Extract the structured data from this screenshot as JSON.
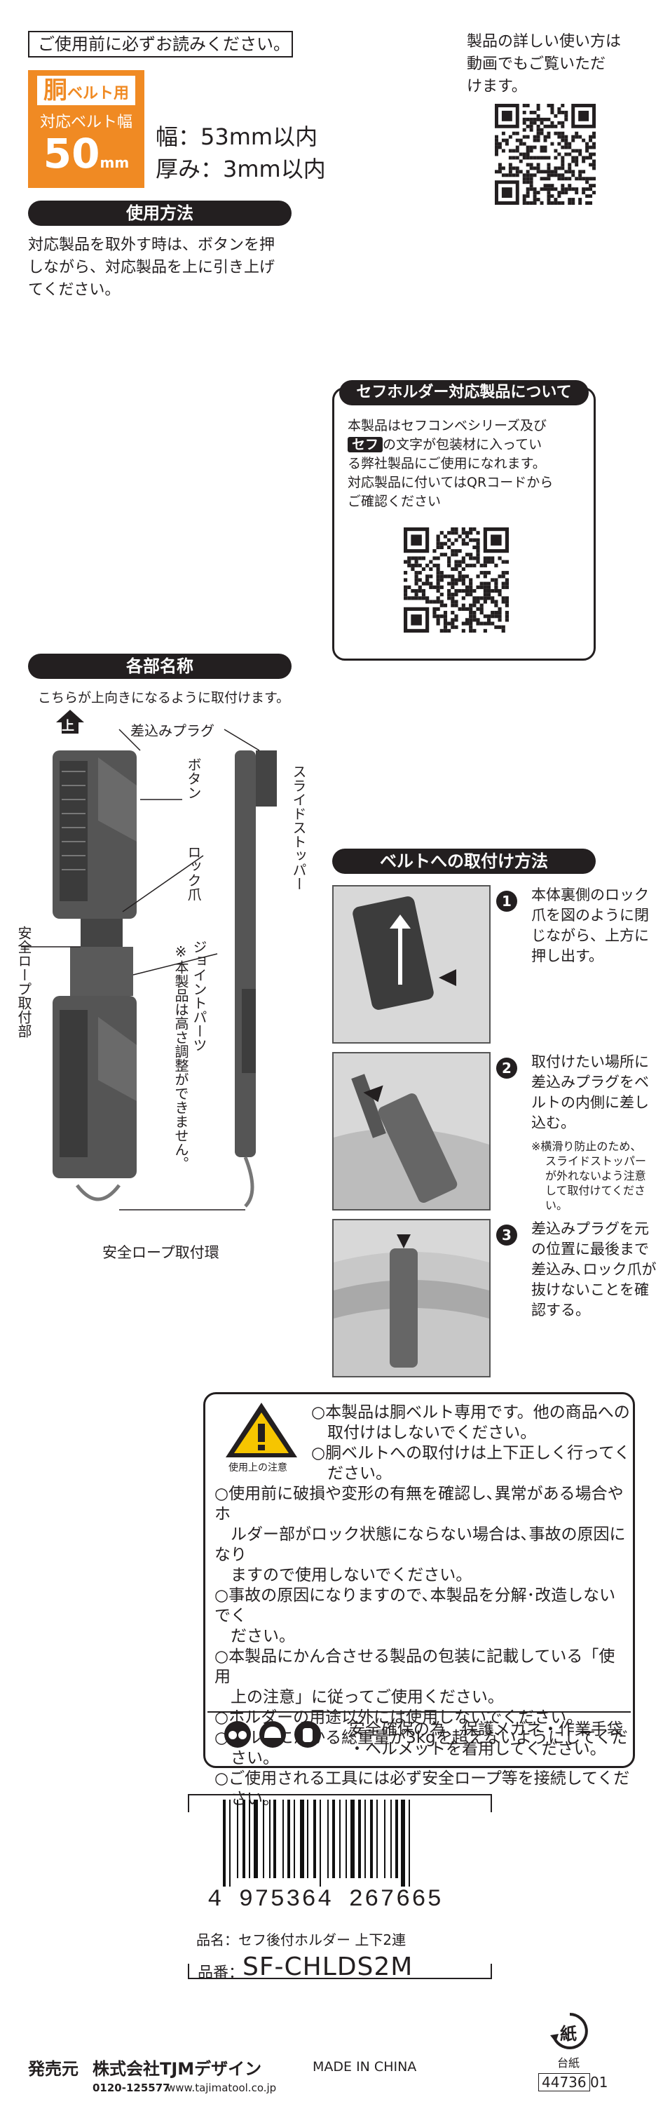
{
  "top_notice": "ご使用前に必ずお読みください。",
  "badge": {
    "title": "胴",
    "title_sub": "ベルト用",
    "belt_width_label": "対応ベルト幅",
    "size": "50",
    "unit": "mm"
  },
  "spec": {
    "width": "幅：53mm以内",
    "thickness": "厚み：3mm以内"
  },
  "video": {
    "line1": "製品の詳しい使い方は",
    "line2": "動画でもご覧いただ",
    "line3": "けます。"
  },
  "usage": {
    "heading": "使用方法",
    "line1": "対応製品を取外す時は、ボタンを押",
    "line2": "しながら、対応製品を上に引き上げ",
    "line3": "てください。"
  },
  "compat": {
    "heading": "セフホルダー対応製品について",
    "line1": "本製品はセフコンベシリーズ及び",
    "sef_badge": "セフ",
    "line2": "の文字が包装材に入ってい",
    "line3": "る弊社製品にご使用になれます。",
    "line4": "対応製品に付いてはQRコードから",
    "line5": "ご確認ください"
  },
  "parts": {
    "heading": "各部名称",
    "note": "こちらが上向きになるように取付けます。",
    "up": "上",
    "plug": "差込みプラグ",
    "button": "ボタン",
    "slide_stopper": "スライドストッパー",
    "lock_claw": "ロック爪",
    "safety_rope_part": "安全ロープ取付部",
    "joint": "ジョイントパーツ",
    "joint_note": "※本製品は高さ調整ができません。",
    "safety_ring": "安全ロープ取付環"
  },
  "mount": {
    "heading": "ベルトへの取付け方法",
    "steps": [
      {
        "num": "1",
        "l1": "本体裏側のロック",
        "l2": "爪を図のように閉",
        "l3": "じながら、上方に",
        "l4": "押し出す。"
      },
      {
        "num": "2",
        "l1": "取付けたい場所に",
        "l2": "差込みプラグをベ",
        "l3": "ルトの内側に差し",
        "l4": "込む。",
        "n1": "※横滑り防止のため、",
        "n2": "スライドストッパー",
        "n3": "が外れないよう注意",
        "n4": "して取付けてくださ",
        "n5": "い。"
      },
      {
        "num": "3",
        "l1": "差込みプラグを元",
        "l2": "の位置に最後まで",
        "l3": "差込み､ロック爪が",
        "l4": "抜けないことを確",
        "l5": "認する。"
      }
    ]
  },
  "caution": {
    "label": "使用上の注意",
    "items": [
      "○本製品は胴ベルト専用です。他の商品への",
      "　取付けはしないでください。",
      "○胴ベルトへの取付けは上下正しく行ってく",
      "　ださい。",
      "○使用前に破損や変形の有無を確認し､異常がある場合やホ",
      "　ルダー部がロック状態にならない場合は､事故の原因になり",
      "　ますので使用しないでください。",
      "○事故の原因になりますので､本製品を分解･改造しないでく",
      "　ださい。",
      "○本製品にかん合させる製品の包装に記載している「使用",
      "　上の注意」に従ってご使用ください。",
      "○ホルダーの用途以外には使用しないでください。",
      "○ベルトにかかる総重量が3kgを超えないようにしてくだ",
      "　さい。",
      "○ご使用される工具には必ず安全ロープ等を接続してくだ",
      "　さい。"
    ],
    "safety1": "安全確保の為、保護メガネ・作業手袋",
    "safety2": "・ヘルメットを着用してください。"
  },
  "barcode": {
    "digits": "4 975364 267665"
  },
  "product_name": "品名：セフ後付ホルダー 上下2連",
  "product_code_label": "品番：",
  "product_code": "SF-CHLDS2M",
  "recycle_mark": "紙",
  "recycle_label": "台紙",
  "footer": {
    "seller_label": "発売元",
    "company": "株式会社TJMデザイン",
    "made_in": "MADE IN CHINA",
    "phone": "0120-125577",
    "url": "www.tajimatool.co.jp",
    "code": "44736",
    "code_suffix": "01"
  }
}
